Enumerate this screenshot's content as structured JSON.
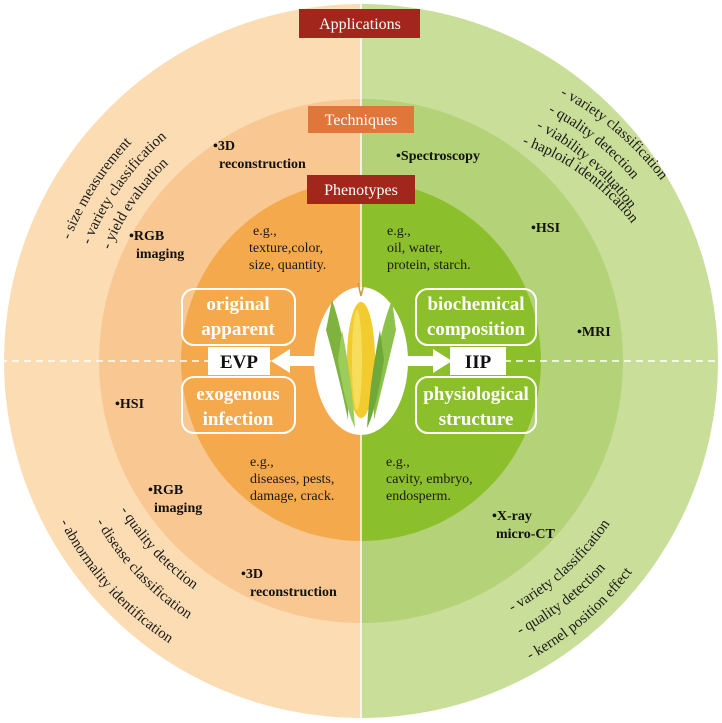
{
  "colors": {
    "left_outer": "#fbdcb3",
    "left_mid": "#f9c892",
    "left_inner": "#f4a94d",
    "right_outer": "#c9de98",
    "right_mid": "#b4d277",
    "right_inner": "#8cbf2c",
    "banner": "#a2261c",
    "banner_tech": "#e0763a"
  },
  "banners": {
    "applications": "Applications",
    "techniques": "Techniques",
    "phenotypes": "Phenotypes"
  },
  "center": {
    "evp": "EVP",
    "iip": "IIP",
    "corn_icon": "corn-icon"
  },
  "boxes": {
    "original_apparent": [
      "original",
      "apparent"
    ],
    "exogenous_infection": [
      "exogenous",
      "infection"
    ],
    "biochemical_composition": [
      "biochemical",
      "composition"
    ],
    "physiological_structure": [
      "physiological",
      "structure"
    ]
  },
  "examples": {
    "upper_left": [
      "e.g.,",
      "texture,color,",
      "size, quantity."
    ],
    "upper_right": [
      "e.g.,",
      "oil, water,",
      "protein, starch."
    ],
    "lower_left": [
      "e.g.,",
      "diseases, pests,",
      "damage, crack."
    ],
    "lower_right": [
      "e.g.,",
      "cavity, embryo,",
      "endosperm."
    ]
  },
  "techniques": {
    "ul_3d": [
      "•3D",
      "reconstruction"
    ],
    "ul_rgb": [
      "•RGB",
      "imaging"
    ],
    "ur_spec": "•Spectroscopy",
    "ur_hsi": "•HSI",
    "ur_mri": "•MRI",
    "ll_hsi": "•HSI",
    "ll_rgb": [
      "•RGB",
      "imaging"
    ],
    "ll_3d": [
      "•3D",
      "reconstruction"
    ],
    "lr_xray": [
      "•X-ray",
      "micro-CT"
    ]
  },
  "applications": {
    "upper_left": [
      "- size measurement",
      "- variety classification",
      "- yield evaluation"
    ],
    "upper_right": [
      "- variety classification",
      "- quality detection",
      "- viability evaluation",
      "- haploid identification"
    ],
    "lower_left": [
      "- quality detection",
      "- disease classification",
      "- abnormality identification"
    ],
    "lower_right": [
      "- variety classification",
      "- quality detection",
      "- kernel position effect"
    ]
  }
}
